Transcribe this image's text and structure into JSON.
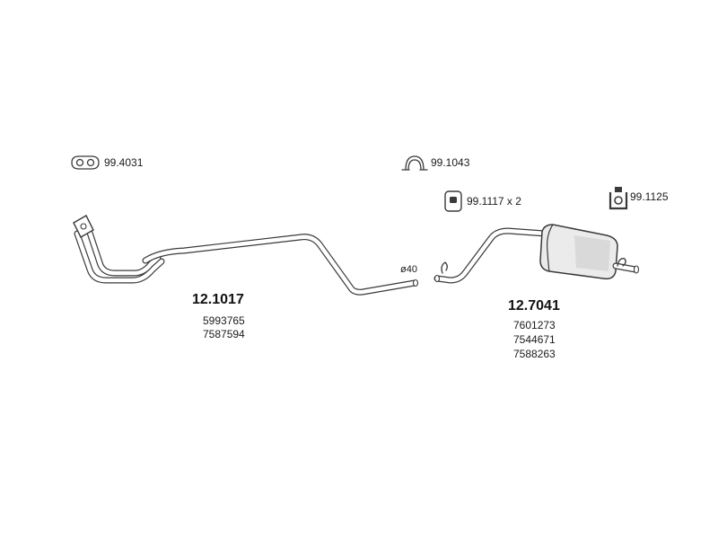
{
  "accessories": [
    {
      "code": "99.4031",
      "icon": "gasket-icon"
    },
    {
      "code": "99.1043",
      "icon": "clamp-icon"
    },
    {
      "code": "99.1117 x 2",
      "icon": "rubber-mount-icon"
    },
    {
      "code": "99.1125",
      "icon": "hanger-mount-icon"
    }
  ],
  "parts": [
    {
      "part_number": "12.1017",
      "oem_refs": [
        "5993765",
        "7587594"
      ]
    },
    {
      "part_number": "12.7041",
      "oem_refs": [
        "7601273",
        "7544671",
        "7588263"
      ]
    }
  ],
  "pipe_diameter": "ø40",
  "colors": {
    "line": "#3a3a3a",
    "text": "#1a1a1a",
    "muffler_shade": "#d9d9d9"
  }
}
